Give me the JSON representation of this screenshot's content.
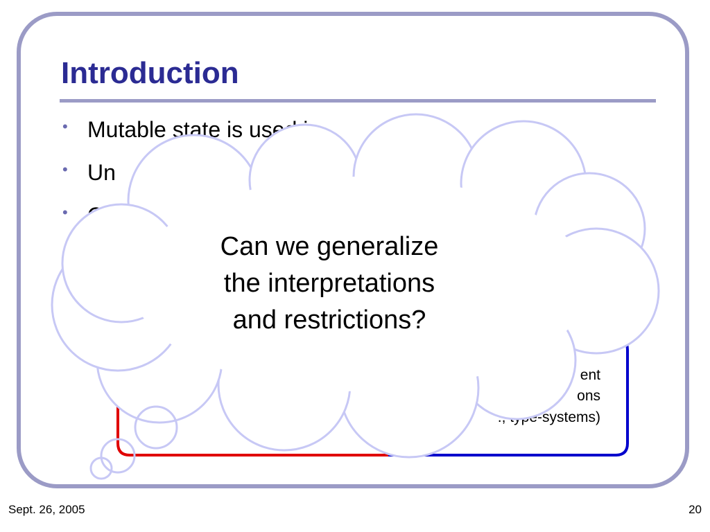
{
  "slide": {
    "title": "Introduction",
    "bullets": [
      {
        "text": "Mutable state is used i"
      },
      {
        "text": "Un"
      },
      {
        "text": "O"
      }
    ]
  },
  "right_box": {
    "lines": [
      "ent",
      "ons",
      "., type-systems)"
    ]
  },
  "thought_bubble": {
    "lines": [
      "Can we generalize",
      "the interpretations",
      "and restrictions?"
    ]
  },
  "footer": {
    "date": "Sept. 26, 2005",
    "page_number": "20"
  },
  "colors": {
    "accent": "#2b2b93",
    "frame": "#9b9bc6",
    "cloud_outline": "#c7c8f5",
    "red_box": "#e00000",
    "blue_box": "#0000cc"
  }
}
